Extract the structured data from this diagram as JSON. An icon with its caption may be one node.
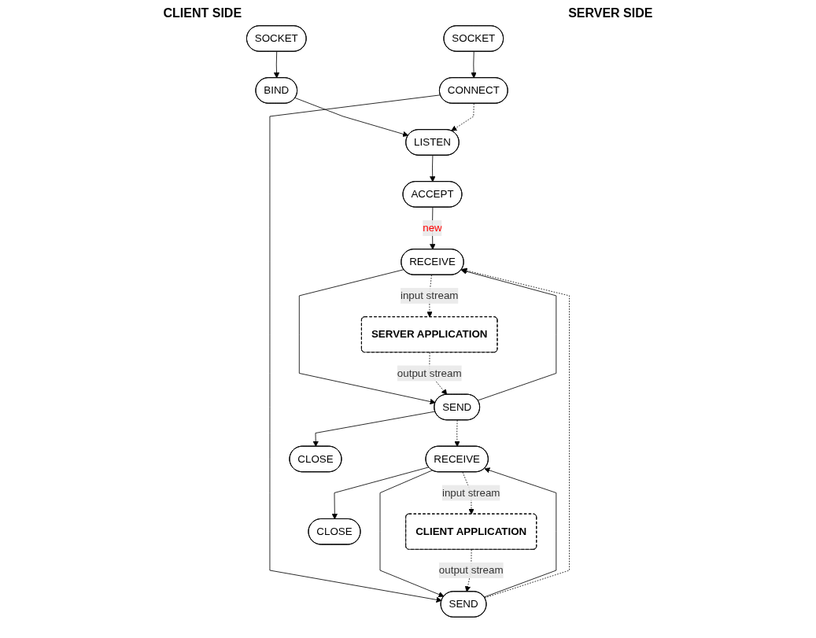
{
  "diagram": {
    "nodes": [
      {
        "text": [
          "SOCKET"
        ]
      },
      {
        "text": [
          "SOCKET"
        ]
      },
      {
        "text": [
          "BIND"
        ]
      },
      {
        "text": [
          "CONNECT"
        ]
      },
      {
        "text": [
          "LISTEN"
        ]
      },
      {
        "text": [
          "ACCEPT"
        ]
      },
      {
        "text": [
          "CLIENT APPLICATION"
        ]
      },
      {
        "text": [
          "SEND"
        ]
      },
      {
        "text": [
          "RECEIVE"
        ]
      },
      {
        "text": [
          "SERVER APPLICATION"
        ]
      },
      {
        "text": [
          "RECEIVE"
        ]
      },
      {
        "text": [
          "SEND"
        ]
      },
      {
        "text": [
          "CLOSE"
        ]
      },
      {
        "text": [
          "CLOSE"
        ]
      }
    ],
    "edges": [
      {
        "from": 0,
        "to": 2,
        "arrow": "to"
      },
      {
        "from": 2,
        "to": 4,
        "arrow": "to"
      },
      {
        "from": 4,
        "to": 5,
        "arrow": "to"
      },
      {
        "from": 5,
        "to": 8,
        "arrow": "to",
        "label": "new"
      },
      {
        "from": 8,
        "to": 11,
        "arrow": "to"
      },
      {
        "from": 11,
        "to": 13,
        "arrow": "to"
      },
      {
        "from": 11,
        "to": 8,
        "arrow": "to"
      },
      {
        "from": 1,
        "to": 3,
        "arrow": "to"
      },
      {
        "from": 3,
        "to": 7,
        "arrow": "to"
      },
      {
        "from": 7,
        "to": 10,
        "arrow": "to"
      },
      {
        "from": 10,
        "to": 12,
        "arrow": "to"
      },
      {
        "from": 10,
        "to": 7,
        "arrow": "to"
      },
      {
        "from": 3,
        "to": 4,
        "arrow": "to",
        "style": "dashed"
      },
      {
        "from": 7,
        "to": 8,
        "arrow": "to",
        "style": "dashed"
      },
      {
        "from": 11,
        "to": 10,
        "arrow": "to",
        "style": "dashed"
      },
      {
        "from": 6,
        "to": 7,
        "arrow": "to",
        "style": "dashed",
        "label": "output stream"
      },
      {
        "from": 10,
        "to": 6,
        "arrow": "to",
        "style": "dashed",
        "label": "input stream"
      },
      {
        "from": 8,
        "to": 9,
        "arrow": "to",
        "style": "dashed",
        "label": "input stream"
      },
      {
        "from": 9,
        "to": 11,
        "arrow": "to",
        "style": "dashed",
        "label": "output stream"
      }
    ],
    "labels": [
      "CLIENT SIDE",
      "SERVER SIDE"
    ]
  }
}
